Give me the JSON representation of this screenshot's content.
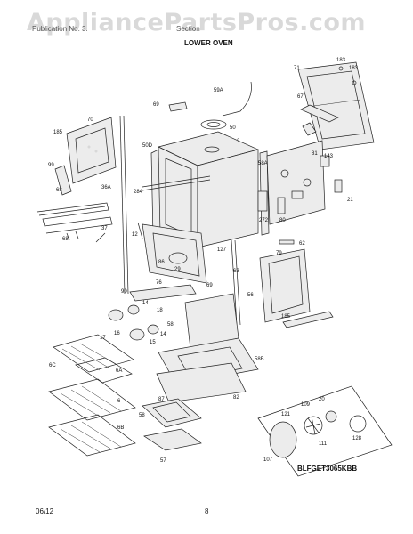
{
  "watermark": "AppliancePartsPros.com",
  "header": {
    "left": "Publication No. 3.",
    "right": "Section",
    "title": "LOWER OVEN"
  },
  "model": "BLFGET3065KBB",
  "footer": {
    "date": "06/12",
    "page": "8"
  },
  "callouts": [
    "183",
    "183",
    "71",
    "59A",
    "50",
    "67",
    "69",
    "70",
    "185",
    "2",
    "50D",
    "58A",
    "143",
    "81",
    "99",
    "36A",
    "284",
    "68",
    "21",
    "29",
    "272",
    "80",
    "37",
    "68",
    "12",
    "127",
    "62",
    "86",
    "79",
    "63",
    "76",
    "69",
    "90",
    "56",
    "14",
    "18",
    "185",
    "17",
    "16",
    "15",
    "14",
    "58",
    "6C",
    "6A",
    "58B",
    "6",
    "87",
    "82",
    "6B",
    "58",
    "57",
    "121",
    "109",
    "20",
    "107",
    "111",
    "128"
  ]
}
